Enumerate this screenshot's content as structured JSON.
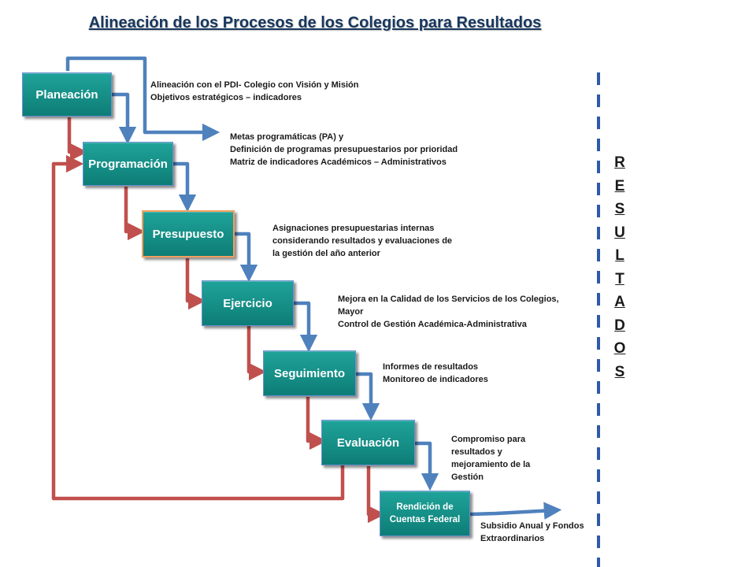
{
  "title": "Alineación de los Procesos de los Colegios para Resultados",
  "steps": [
    {
      "label": "Planeación"
    },
    {
      "label": "Programación"
    },
    {
      "label": "Presupuesto"
    },
    {
      "label": "Ejercicio"
    },
    {
      "label": "Seguimiento"
    },
    {
      "label": "Evaluación"
    },
    {
      "label": "Rendición de Cuentas Federal"
    }
  ],
  "notes": {
    "planeacion": [
      "Alineación con el PDI- Colegio con Visión y Misión",
      "Objetivos estratégicos – indicadores"
    ],
    "programacion": [
      "Metas programáticas (PA) y",
      "Definición de programas presupuestarios por prioridad",
      "Matriz de indicadores Académicos – Administrativos"
    ],
    "presupuesto": [
      "Asignaciones presupuestarias internas",
      "considerando resultados y evaluaciones de",
      "la gestión del año anterior"
    ],
    "ejercicio": [
      "Mejora en la Calidad de los Servicios de los Colegios,",
      "Mayor",
      "Control de Gestión Académica-Administrativa"
    ],
    "seguimiento": [
      "Informes de resultados",
      "Monitoreo de indicadores"
    ],
    "evaluacion": [
      "Compromiso para",
      "resultados y",
      "mejoramiento de la",
      "Gestión"
    ],
    "rendicion": [
      "Subsidio Anual y Fondos",
      "Extraordinarios"
    ]
  },
  "side_label": "RESULTADOS",
  "colors": {
    "box": "#139189",
    "feedback_arrow": "#c0504d",
    "flow_arrow": "#4f81bd",
    "divider": "#2e5aa8"
  }
}
